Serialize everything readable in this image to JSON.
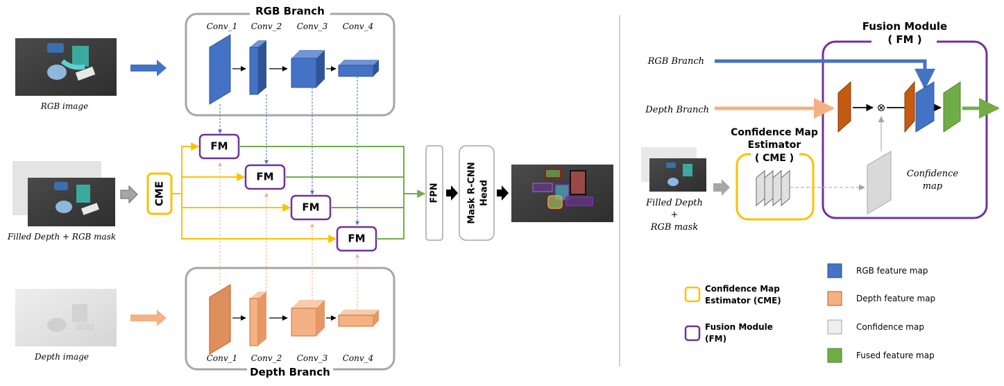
{
  "rgb_branch": {
    "title": "RGB Branch",
    "conv_labels": [
      "Conv_1",
      "Conv_2",
      "Conv_3",
      "Conv_4"
    ]
  },
  "depth_branch": {
    "title": "Depth Branch",
    "conv_labels": [
      "Conv_1",
      "Conv_2",
      "Conv_3",
      "Conv_4"
    ]
  },
  "inputs": {
    "rgb_image_label": "RGB image",
    "filled_depth_label": "Filled Depth  +  RGB mask",
    "depth_image_label": "Depth image"
  },
  "pipeline": {
    "cme_label": "CME",
    "fm_label": "FM",
    "fpn_label": "FPN",
    "head_line1": "Mask R-CNN",
    "head_line2": "Head"
  },
  "fusion_detail": {
    "title_line1": "Fusion Module",
    "title_line2": "( FM )",
    "rgb_branch_label": "RGB Branch",
    "depth_branch_label": "Depth Branch",
    "multiply_symbol": "⊗",
    "confidence_map_line1": "Confidence",
    "confidence_map_line2": "map",
    "cme_title_line1": "Confidence Map",
    "cme_title_line2": "Estimator",
    "cme_title_line3": "( CME )",
    "input_line1": "Filled Depth",
    "input_line2": "+",
    "input_line3": "RGB mask"
  },
  "legend": {
    "cme_line1": "Confidence  Map",
    "cme_line2": "Estimator (CME)",
    "fm_line1": "Fusion Module",
    "fm_line2": "(FM)",
    "rgb_feature": "RGB feature map",
    "depth_feature": "Depth feature map",
    "confidence": "Confidence map",
    "fused_feature": "Fused feature map"
  },
  "colors": {
    "rgb_blue": "#4472c4",
    "depth_orange": "#f4b183",
    "depth_dark_orange": "#c55a11",
    "fused_green": "#70ad47",
    "cme_yellow": "#ffc000",
    "fm_purple": "#7030a0",
    "confidence_gray": "#d9d9d9"
  }
}
